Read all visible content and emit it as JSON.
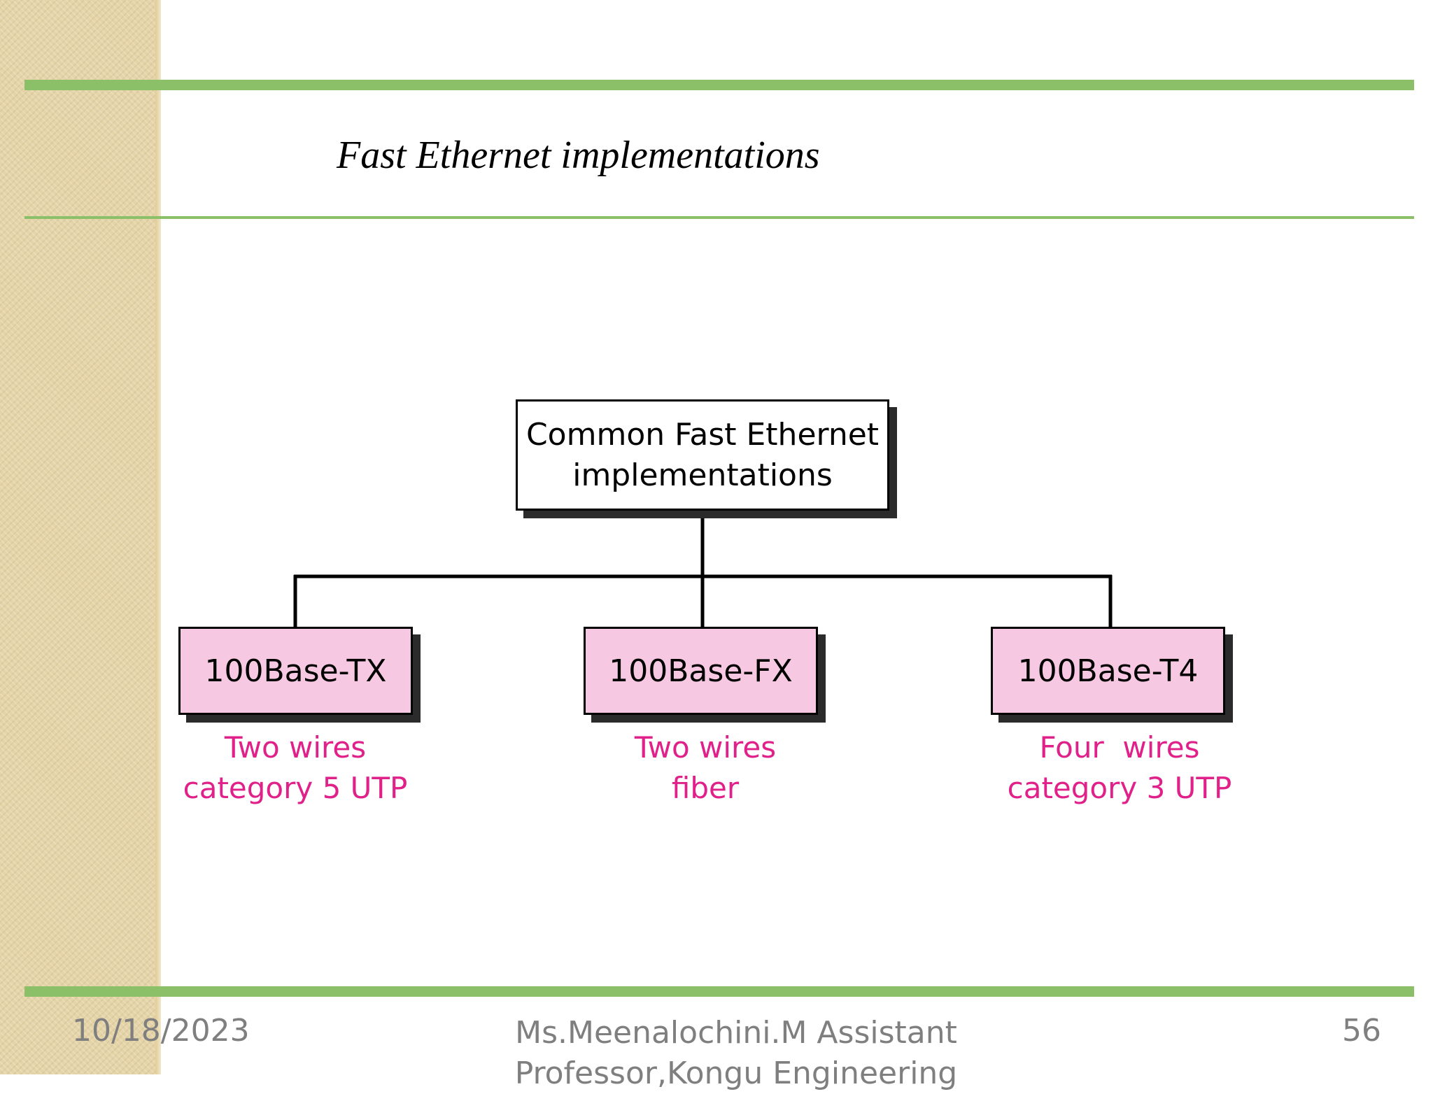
{
  "slide": {
    "title": "Fast Ethernet implementations"
  },
  "diagram": {
    "root": {
      "line1": "Common Fast Ethernet",
      "line2": "implementations"
    },
    "children": [
      {
        "label": "100Base-TX",
        "caption_line1": "Two wires",
        "caption_line2": "category 5 UTP"
      },
      {
        "label": "100Base-FX",
        "caption_line1": "Two wires",
        "caption_line2": "fiber"
      },
      {
        "label": "100Base-T4",
        "caption_line1": "Four  wires",
        "caption_line2": "category 3 UTP"
      }
    ],
    "colors": {
      "child_fill": "#f7c8e2",
      "caption_text": "#e0218a",
      "rule_green": "#8cc068"
    }
  },
  "footer": {
    "date": "10/18/2023",
    "author_line1": "Ms.Meenalochini.M Assistant",
    "author_line2": "Professor,Kongu Engineering",
    "page_number": "56"
  }
}
